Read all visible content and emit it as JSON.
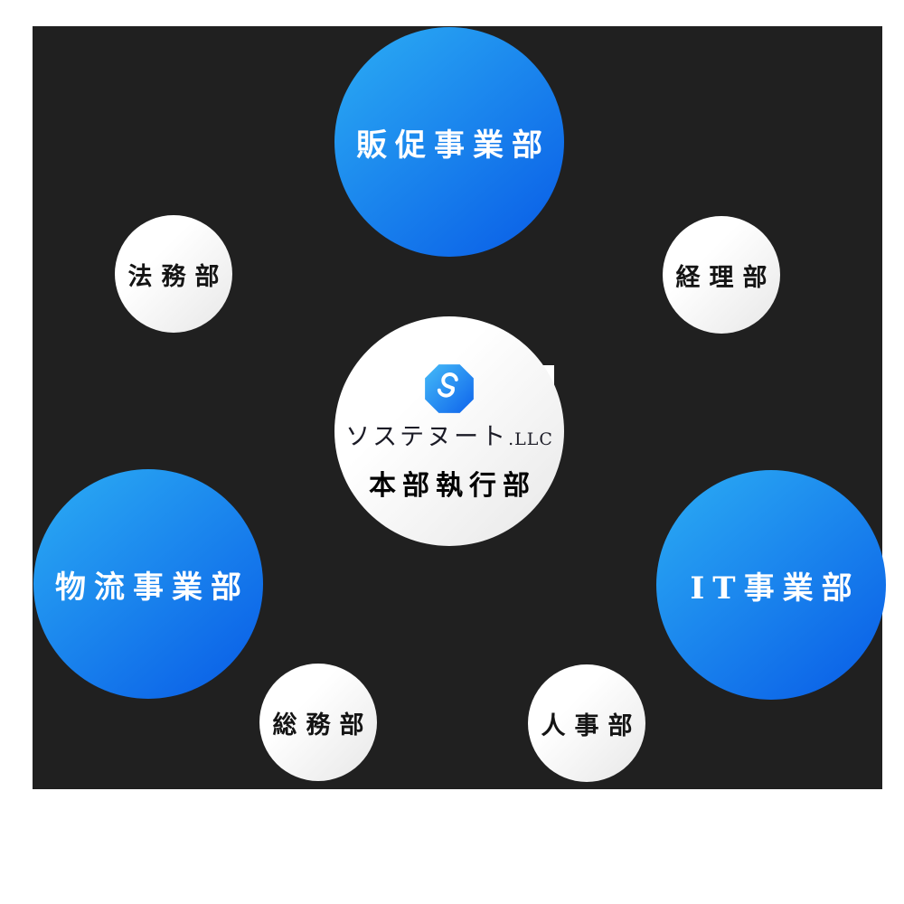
{
  "colors": {
    "panel_bg": "#202020",
    "blue_start": "#2aa9f3",
    "blue_end": "#0a5fe7",
    "white_circle_start": "#ffffff",
    "white_circle_end": "#e7e7e7",
    "text_dark": "#141414",
    "text_white": "#ffffff",
    "octagon_start": "#45bbf7",
    "octagon_end": "#0e63ec",
    "logo_text": "#1b1b26"
  },
  "org_chart": {
    "center": {
      "company_name": "ソステヌート",
      "company_suffix": ".LLC",
      "label": "本部執行部",
      "logo_icon": "sostenuto-octagon-s-icon"
    },
    "blue_nodes": [
      {
        "id": "sales-promotion",
        "label": "販促事業部"
      },
      {
        "id": "logistics",
        "label": "物流事業部"
      },
      {
        "id": "it",
        "label": "IT事業部"
      }
    ],
    "white_nodes": [
      {
        "id": "legal",
        "label": "法務部"
      },
      {
        "id": "accounting",
        "label": "経理部"
      },
      {
        "id": "general-affairs",
        "label": "総務部"
      },
      {
        "id": "human-resources",
        "label": "人事部"
      }
    ]
  }
}
